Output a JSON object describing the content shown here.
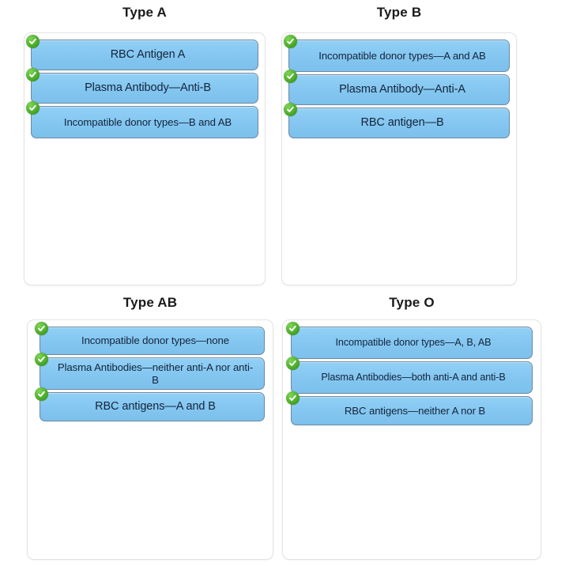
{
  "diagram": {
    "title_color": "#1a1a1a",
    "pill_color": "#85cbf5",
    "pill_border_color": "#6e88a0",
    "check_color": "#4fae2c",
    "card_border_color": "#e3e3e3",
    "panels": [
      {
        "id": "a",
        "title": "Type A",
        "items": [
          {
            "text": "RBC Antigen A",
            "lines": 1,
            "height": 39
          },
          {
            "text": "Plasma Antibody—Anti-B",
            "lines": 1,
            "height": 39
          },
          {
            "text": "Incompatible donor types—B and AB",
            "lines": 2,
            "height": 41
          }
        ]
      },
      {
        "id": "b",
        "title": "Type B",
        "items": [
          {
            "text": "Incompatible donor types—A and AB",
            "lines": 2,
            "height": 41
          },
          {
            "text": "Plasma Antibody—Anti-A",
            "lines": 1,
            "height": 39
          },
          {
            "text": "RBC antigen—B",
            "lines": 1,
            "height": 39
          }
        ]
      },
      {
        "id": "ab",
        "title": "Type AB",
        "items": [
          {
            "text": "Incompatible donor types—none",
            "lines": 1,
            "height": 36
          },
          {
            "text": "Plasma Antibodies—neither anti-A nor anti-B",
            "lines": 2,
            "height": 41
          },
          {
            "text": "RBC antigens—A and B",
            "lines": 1,
            "height": 37
          }
        ]
      },
      {
        "id": "o",
        "title": "Type O",
        "items": [
          {
            "text": "Incompatible donor types—A, B, AB",
            "lines": 2,
            "height": 41
          },
          {
            "text": "Plasma Antibodies—both anti-A and anti-B",
            "lines": 2,
            "height": 41
          },
          {
            "text": "RBC antigens—neither A nor B",
            "lines": 1,
            "height": 37
          }
        ]
      }
    ]
  }
}
